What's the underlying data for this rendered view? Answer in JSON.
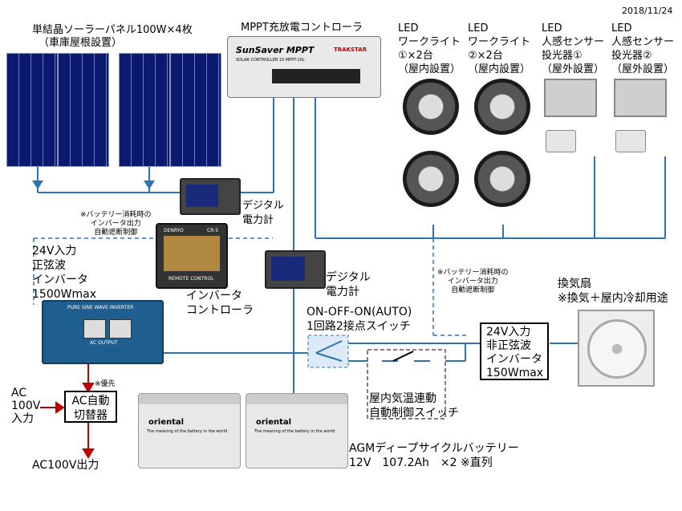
{
  "date": "2018/11/24",
  "solar": {
    "line1": "単結晶ソーラーパネル100W×4枚",
    "line2": "（車庫屋根設置）"
  },
  "mppt": {
    "title": "MPPT充放電コントローラ",
    "brand": "SunSaver MPPT",
    "tag": "TRAKSTAR",
    "sub": "SOLAR CONTROLLER 15 MPPT-15L"
  },
  "led1": {
    "l1": "LED",
    "l2": "ワークライト",
    "l3": "①×2台",
    "l4": "（屋内設置）"
  },
  "led2": {
    "l1": "LED",
    "l2": "ワークライト",
    "l3": "②×2台",
    "l4": "（屋内設置）"
  },
  "sensor1": {
    "l1": "LED",
    "l2": "人感センサー",
    "l3": "投光器①",
    "l4": "（屋外設置）"
  },
  "sensor2": {
    "l1": "LED",
    "l2": "人感センサー",
    "l3": "投光器②",
    "l4": "（屋外設置）"
  },
  "meter1": {
    "l1": "デジタル",
    "l2": "電力計"
  },
  "meter2": {
    "l1": "デジタル",
    "l2": "電力計"
  },
  "note_top": {
    "l1": "※バッテリー消耗時の",
    "l2": "インバータ出力",
    "l3": "自動遮断制御"
  },
  "note_mid": {
    "l1": "※バッテリー消耗時の",
    "l2": "インバータ出力",
    "l3": "自動遮断制御"
  },
  "inverter_big": {
    "l1": "24V入力",
    "l2": "正弦波",
    "l3": "インバータ",
    "l4": "1500Wmax",
    "panel_text": "PURE SINE WAVE INVERTER",
    "panel_sub": "AC OUTPUT"
  },
  "remote": {
    "l1": "インバータ",
    "l2": "コントローラ",
    "brand": "DENRYO",
    "model": "CR-5",
    "label": "REMOTE CONTROL"
  },
  "switch": {
    "l1": "ON-OFF-ON(AUTO)",
    "l2": "1回路2接点スイッチ"
  },
  "inverter_small": {
    "l1": "24V入力",
    "l2": "非正弦波",
    "l3": "インバータ",
    "l4": "150Wmax"
  },
  "fan": {
    "l1": "換気扇",
    "l2": "※換気＋屋内冷却用途"
  },
  "thermo": {
    "l1": "屋内気温連動",
    "l2": "自動制御スイッチ"
  },
  "ac_in": {
    "l1": "AC",
    "l2": "100V",
    "l3": "入力"
  },
  "ats": {
    "l1": "AC自動",
    "l2": "切替器",
    "priority": "※優先"
  },
  "ac_out": "AC100V出力",
  "battery": {
    "l1": "AGMディープサイクルバッテリー",
    "l2": "12V　107.2Ah　×2 ※直列",
    "brand": "oriental",
    "slogan": "The meaning of the battery in the world"
  },
  "colors": {
    "wire": "#2e74b5",
    "red": "#c00000",
    "panel": "#0b1a6e",
    "inverter": "#1f5f8f"
  }
}
